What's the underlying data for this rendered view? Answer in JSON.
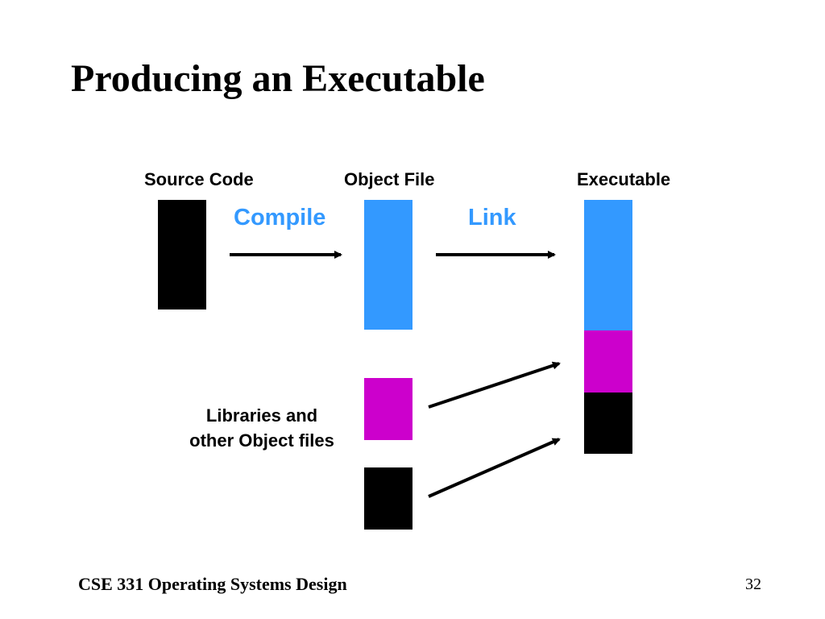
{
  "slide": {
    "title": "Producing an Executable",
    "footer": "CSE 331 Operating Systems Design",
    "page_number": "32"
  },
  "diagram": {
    "headers": {
      "source": "Source Code",
      "object": "Object File",
      "executable": "Executable"
    },
    "actions": {
      "compile": "Compile",
      "link": "Link"
    },
    "libraries_label": {
      "line1": "Libraries and",
      "line2": "other Object files"
    }
  },
  "colors": {
    "code_black": "#000000",
    "object_blue": "#3399ff",
    "library_magenta": "#cc00cc",
    "action_text_blue": "#3399ff",
    "arrow": "#000000"
  }
}
